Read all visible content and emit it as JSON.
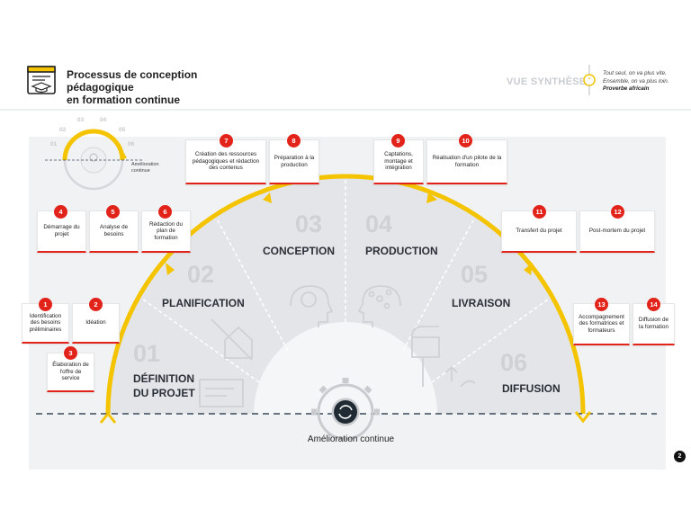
{
  "header": {
    "title_line1": "Processus de conception pédagogique",
    "title_line2": "en formation continue",
    "vue_synthese": "VUE SYNTHÈSE",
    "quote_line1": "Tout seul, on va plus vite.",
    "quote_line2": "Ensemble, on va plus loin.",
    "quote_source": "Proverbe africain"
  },
  "cycle": {
    "labels": [
      "01",
      "02",
      "03",
      "04",
      "05",
      "06"
    ],
    "note_line1": "Amélioration",
    "note_line2": "continue"
  },
  "phases": [
    {
      "num": "01",
      "line1": "DÉFINITION",
      "line2": "DU PROJET"
    },
    {
      "num": "02",
      "line1": "PLANIFICATION",
      "line2": ""
    },
    {
      "num": "03",
      "line1": "CONCEPTION",
      "line2": ""
    },
    {
      "num": "04",
      "line1": "PRODUCTION",
      "line2": ""
    },
    {
      "num": "05",
      "line1": "LIVRAISON",
      "line2": ""
    },
    {
      "num": "06",
      "line1": "DIFFUSION",
      "line2": ""
    }
  ],
  "steps": [
    {
      "num": "1",
      "label": "Identification des besoins préliminaires"
    },
    {
      "num": "2",
      "label": "Idéation"
    },
    {
      "num": "3",
      "label": "Élaboration de l'offre de service"
    },
    {
      "num": "4",
      "label": "Démarrage du projet"
    },
    {
      "num": "5",
      "label": "Analyse de besoins"
    },
    {
      "num": "6",
      "label": "Rédaction du plan de formation"
    },
    {
      "num": "7",
      "label": "Création des ressources pédagogiques et rédaction des contenus"
    },
    {
      "num": "8",
      "label": "Préparation à la production"
    },
    {
      "num": "9",
      "label": "Captations, montage et intégration"
    },
    {
      "num": "10",
      "label": "Réalisation d'un pilote de la formation"
    },
    {
      "num": "11",
      "label": "Transfert du projet"
    },
    {
      "num": "12",
      "label": "Post-mortem du projet"
    },
    {
      "num": "13",
      "label": "Accompagnement des formatrices et formateurs"
    },
    {
      "num": "14",
      "label": "Diffusion de la formation"
    }
  ],
  "bottom_label": "Amélioration continue",
  "page_number": "2",
  "colors": {
    "accent_yellow": "#f5c400",
    "accent_red": "#e2231a",
    "panel": "#f1f2f4"
  },
  "icons": [
    "presentation-icon",
    "house-plan-icon",
    "head-gear-icon",
    "head-network-icon",
    "mailbox-icon",
    "broadcast-icon",
    "gear-icon",
    "refresh-icon"
  ]
}
